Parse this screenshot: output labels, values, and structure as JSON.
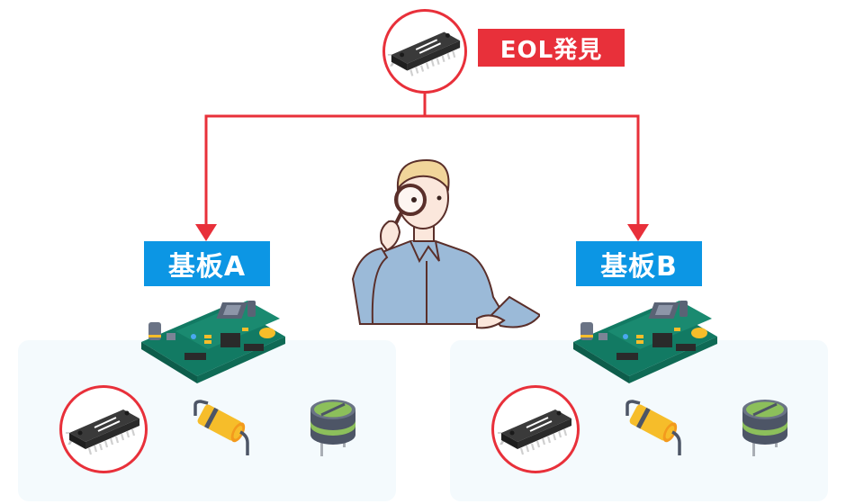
{
  "diagram": {
    "eol_badge": {
      "label": "EOL発見",
      "color": "#e8303a"
    },
    "eol_part": {
      "icon": "ic-chip-icon",
      "highlight_color": "#e8303a"
    },
    "connector_color": "#e8303a",
    "person": {
      "icon": "person-with-magnifier-icon"
    },
    "boards": [
      {
        "label": "基板A",
        "label_color": "#0c96e4",
        "board_icon": "pcb-board-icon",
        "components": [
          {
            "icon": "ic-chip-icon",
            "highlighted": true
          },
          {
            "icon": "capacitor-icon",
            "highlighted": false
          },
          {
            "icon": "variable-resistor-icon",
            "highlighted": false
          }
        ]
      },
      {
        "label": "基板B",
        "label_color": "#0c96e4",
        "board_icon": "pcb-board-icon",
        "components": [
          {
            "icon": "ic-chip-icon",
            "highlighted": true
          },
          {
            "icon": "capacitor-icon",
            "highlighted": false
          },
          {
            "icon": "variable-resistor-icon",
            "highlighted": false
          }
        ]
      }
    ]
  }
}
